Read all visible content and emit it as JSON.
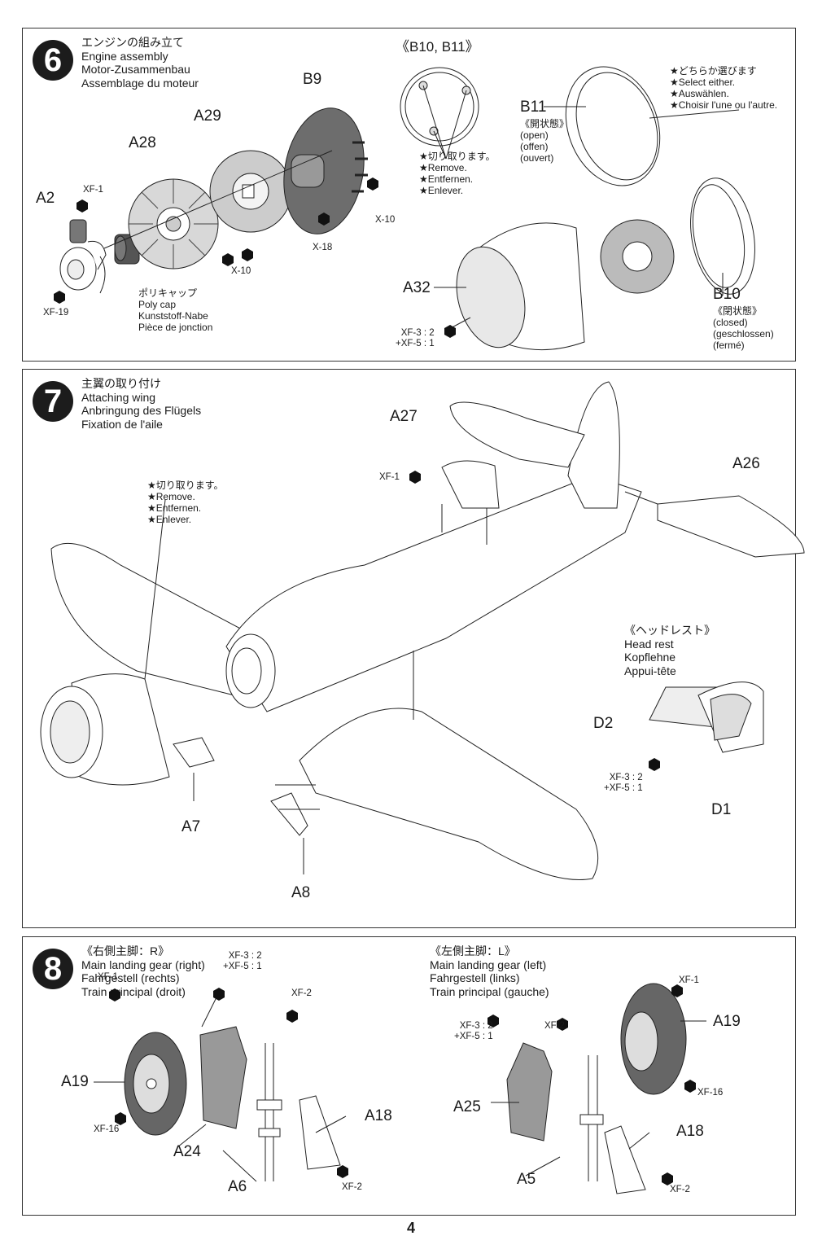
{
  "page_number": "4",
  "steps": [
    {
      "number": "6",
      "title_lines": [
        "エンジンの組み立て",
        "Engine assembly",
        "Motor-Zusammenbau",
        "Assemblage du moteur"
      ],
      "parts": {
        "A2": "A2",
        "A28": "A28",
        "A29": "A29",
        "B9": "B9",
        "A32": "A32",
        "B10": "B10",
        "B11": "B11"
      },
      "paints": {
        "xf1": "XF-1",
        "xf19": "XF-19",
        "x10a": "X-10",
        "x10b": "X-10",
        "x18": "X-18",
        "a32_mix": [
          "XF-3 : 2",
          "+XF-5 : 1"
        ]
      },
      "polycap_lines": [
        "ポリキャップ",
        "Poly cap",
        "Kunststoff-Nabe",
        "Pièce de jonction"
      ],
      "detail_title": "《B10, B11》",
      "remove_lines": [
        "★切り取ります。",
        "★Remove.",
        "★Entfernen.",
        "★Enlever."
      ],
      "select_lines": [
        "★どちらか選びます",
        "★Select either.",
        "★Auswählen.",
        "★Choisir l'une ou l'autre."
      ],
      "b11_state": [
        "《開状態》",
        "(open)",
        "(offen)",
        "(ouvert)"
      ],
      "b10_state": [
        "《閉状態》",
        "(closed)",
        "(geschlossen)",
        "(fermé)"
      ]
    },
    {
      "number": "7",
      "title_lines": [
        "主翼の取り付け",
        "Attaching wing",
        "Anbringung des Flügels",
        "Fixation de l'aile"
      ],
      "remove_lines": [
        "★切り取ります。",
        "★Remove.",
        "★Entfernen.",
        "★Enlever."
      ],
      "parts": {
        "A27": "A27",
        "A26": "A26",
        "A7": "A7",
        "A8": "A8",
        "D1": "D1",
        "D2": "D2"
      },
      "paints": {
        "xf1": "XF-1",
        "d_mix": [
          "XF-3 : 2",
          "+XF-5 : 1"
        ]
      },
      "headrest_lines": [
        "《ヘッドレスト》",
        "Head rest",
        "Kopflehne",
        "Appui-tête"
      ]
    },
    {
      "number": "8",
      "right": {
        "title_lines": [
          "《右側主脚：R》",
          "Main landing gear (right)",
          "Fahrgestell (rechts)",
          "Train principal (droit)"
        ],
        "parts": {
          "A19": "A19",
          "A24": "A24",
          "A18": "A18",
          "A6": "A6"
        },
        "paints": {
          "xf1": "XF-1",
          "xf16": "XF-16",
          "xf2a": "XF-2",
          "xf2b": "XF-2",
          "mix": [
            "XF-3 : 2",
            "+XF-5 : 1"
          ]
        }
      },
      "left": {
        "title_lines": [
          "《左側主脚：L》",
          "Main landing gear (left)",
          "Fahrgestell (links)",
          "Train principal (gauche)"
        ],
        "parts": {
          "A19": "A19",
          "A25": "A25",
          "A18": "A18",
          "A5": "A5"
        },
        "paints": {
          "xf1": "XF-1",
          "xf16": "XF-16",
          "xf2a": "XF-2",
          "xf2b": "XF-2",
          "mix": [
            "XF-3 : 2",
            "+XF-5 : 1"
          ]
        }
      }
    }
  ]
}
